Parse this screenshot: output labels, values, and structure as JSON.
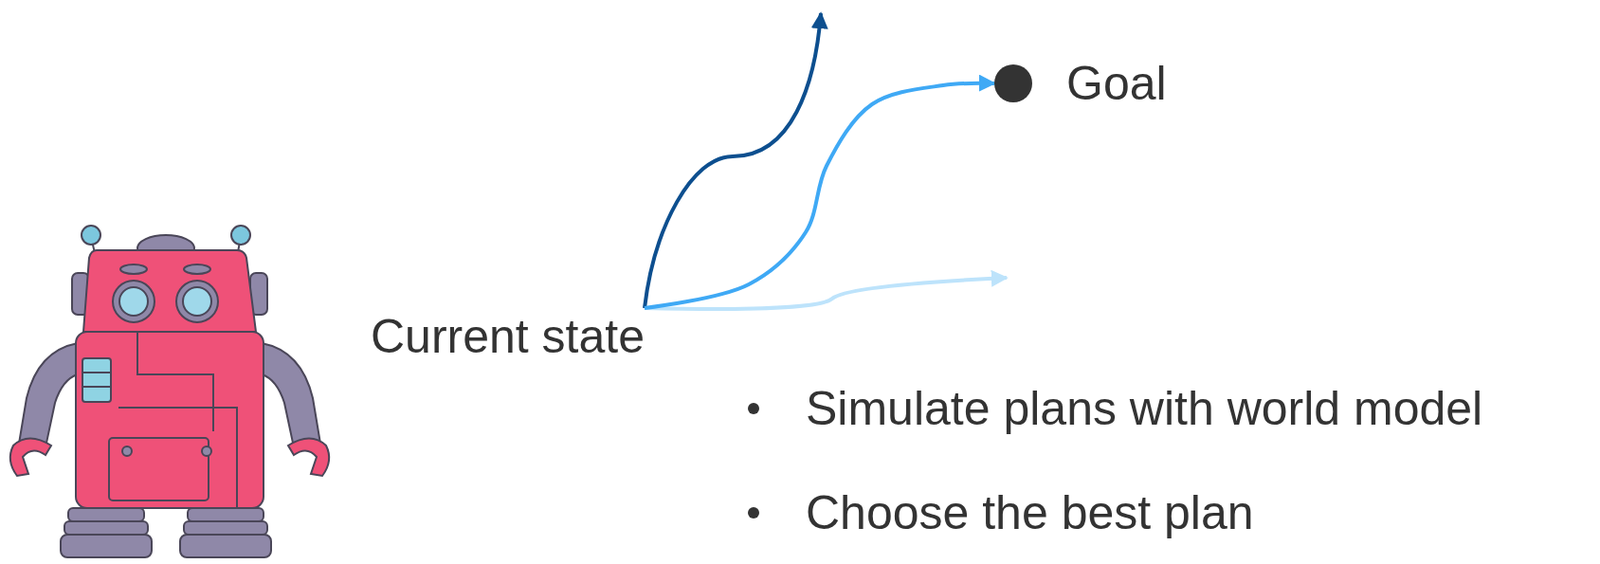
{
  "diagram": {
    "nodes": [
      {
        "text": [
          "Current state"
        ]
      },
      {
        "text": [
          "Goal"
        ]
      }
    ],
    "edges": [
      {
        "from": 0,
        "to": 1,
        "arrow": "to"
      }
    ],
    "labels": [
      "Simulate plans with world model",
      "Choose the best plan"
    ]
  }
}
